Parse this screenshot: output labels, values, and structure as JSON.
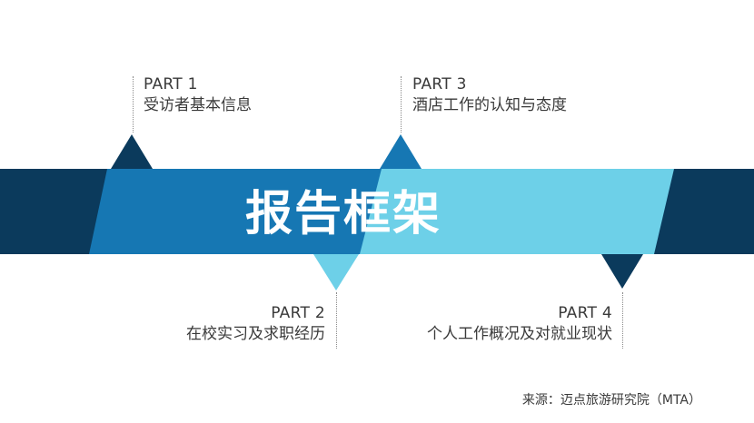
{
  "title": "报告框架",
  "parts": [
    {
      "id": "part1",
      "label": "PART 1",
      "desc": "受访者基本信息"
    },
    {
      "id": "part2",
      "label": "PART 2",
      "desc": "在校实习及求职经历"
    },
    {
      "id": "part3",
      "label": "PART 3",
      "desc": "酒店工作的认知与态度"
    },
    {
      "id": "part4",
      "label": "PART 4",
      "desc": "个人工作概况及对就业现状"
    }
  ],
  "source": "来源：迈点旅游研究院（MTA）",
  "colors": {
    "dark_navy": "#0b3a5c",
    "medium_blue": "#1677b3",
    "light_blue": "#6dd0e8",
    "text": "#3a3a3a",
    "title": "#ffffff"
  }
}
